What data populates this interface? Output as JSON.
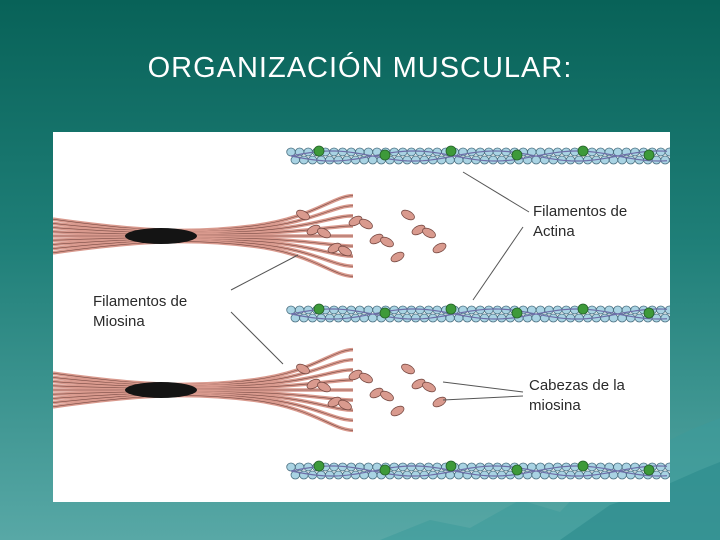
{
  "slide": {
    "title": "ORGANIZACIÓN MUSCULAR:"
  },
  "diagram": {
    "labels": {
      "actin": [
        "Filamentos de",
        "Actina"
      ],
      "myosin": [
        "Filamentos de",
        "Miosina"
      ],
      "heads": [
        "Cabezas de la",
        "miosina"
      ]
    },
    "colors": {
      "myosin": "#d99a8e",
      "myosin_dark": "#141414",
      "actin_bead": "#a9d3e3",
      "actin_bead_edge": "#4a6f80",
      "tropomyosin": "#6d6fa8",
      "troponin": "#3e9a3a",
      "leader_line": "#555555"
    }
  }
}
